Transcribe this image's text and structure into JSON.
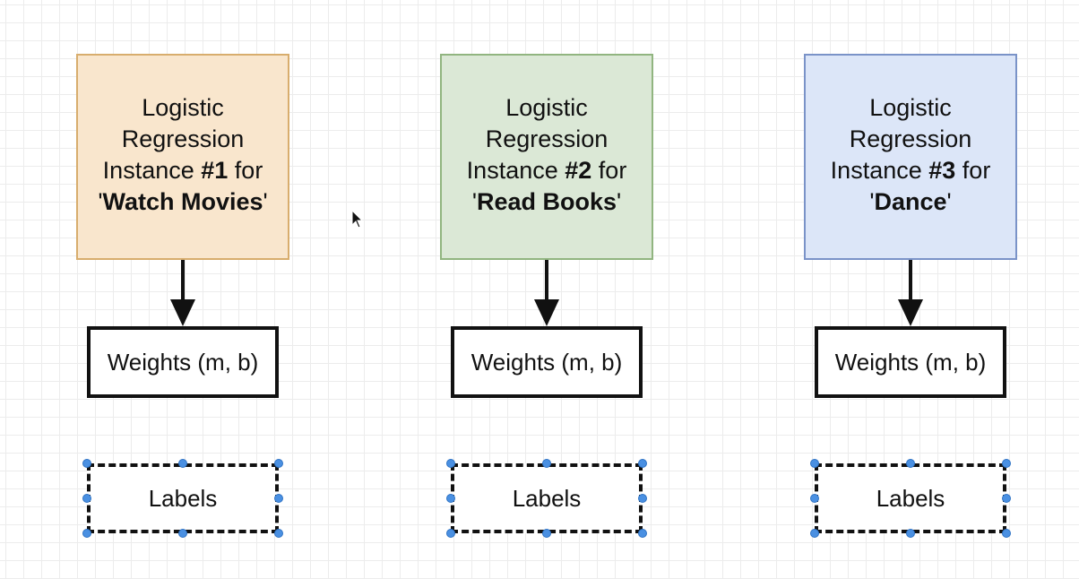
{
  "columns": [
    {
      "model": {
        "line1": "Logistic",
        "line2": "Regression",
        "instance_prefix": "Instance ",
        "instance_number": "#1",
        "instance_suffix": " for",
        "quote_open": "'",
        "target": "Watch Movies",
        "quote_close": "'"
      },
      "fill": "#f9e6cd",
      "border": "#d8ad6d",
      "weights_label": "Weights (m, b)",
      "labels_label": "Labels"
    },
    {
      "model": {
        "line1": "Logistic",
        "line2": "Regression",
        "instance_prefix": "Instance ",
        "instance_number": "#2",
        "instance_suffix": " for",
        "quote_open": "'",
        "target": "Read Books",
        "quote_close": "'"
      },
      "fill": "#dbe8d6",
      "border": "#91b580",
      "weights_label": "Weights (m, b)",
      "labels_label": "Labels"
    },
    {
      "model": {
        "line1": "Logistic",
        "line2": "Regression",
        "instance_prefix": "Instance ",
        "instance_number": "#3",
        "instance_suffix": " for",
        "quote_open": "'",
        "target": "Dance",
        "quote_close": "'"
      },
      "fill": "#dce6f8",
      "border": "#7a93c8",
      "weights_label": "Weights (m, b)",
      "labels_label": "Labels"
    }
  ],
  "colors": {
    "arrow": "#111111",
    "selection_handle": "#4a90e2",
    "grid": "#ececec"
  },
  "icons": {
    "cursor": "mouse-pointer-icon"
  }
}
